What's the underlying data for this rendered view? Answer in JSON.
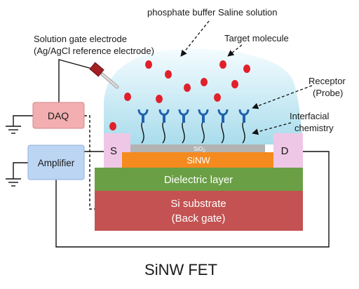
{
  "labels": {
    "pbs": "phosphate buffer Saline solution",
    "target": "Target molecule",
    "gate_line1": "Solution gate electrode",
    "gate_line2": "(Ag/AgCl reference electrode)",
    "receptor_line1": "Receptor",
    "receptor_line2": "(Probe)",
    "interfacial_line1": "Interfacial",
    "interfacial_line2": "chemistry",
    "daq": "DAQ",
    "amplifier": "Amplifier",
    "source": "S",
    "drain": "D",
    "sio2": "SiO",
    "sio2_sub": "2",
    "sinw": "SiNW",
    "dielectric": "Dielectric layer",
    "substrate_line1": "Si substrate",
    "substrate_line2": "(Back gate)",
    "footer_title": "SiNW FET"
  },
  "colors": {
    "solution_top": "#f4fcff",
    "solution_bottom": "#a9dcec",
    "molecule": "#e0212b",
    "receptor": "#1f63ad",
    "source_drain": "#efc7e6",
    "sio2": "#b3b3b3",
    "sinw": "#f58a1f",
    "dielectric": "#6a9f45",
    "substrate": "#c45252",
    "daq_fill": "#f2aeb0",
    "amplifier_fill": "#bcd5f3"
  }
}
